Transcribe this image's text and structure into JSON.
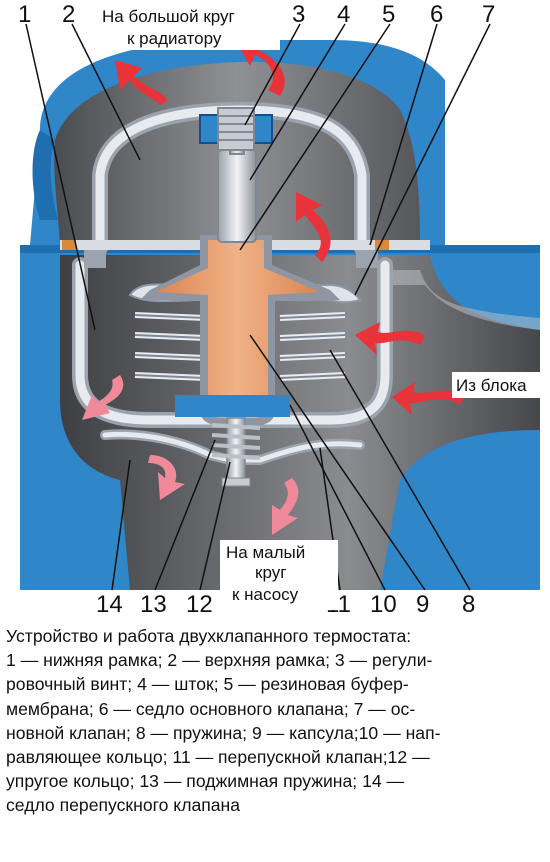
{
  "callouts": {
    "n1": "1",
    "n2": "2",
    "n3": "3",
    "n4": "4",
    "n5": "5",
    "n6": "6",
    "n7": "7",
    "n8": "8",
    "n9": "9",
    "n10": "10",
    "n11": "11",
    "n12": "12",
    "n13": "13",
    "n14": "14"
  },
  "flow_labels": {
    "to_radiator": [
      "На большой круг",
      "к радиатору"
    ],
    "from_block": "Из блока",
    "to_pump": [
      "На малый",
      "круг",
      "к насосу"
    ]
  },
  "caption": {
    "lines": [
      "Устройство и работа двухклапанного термостата:",
      "1 — нижняя рамка; 2 — верхняя рамка; 3 — регули-",
      "ровочный винт; 4 — шток; 5 — резиновая буфер-",
      "мембрана; 6 — седло основного клапана; 7 — ос-",
      "новной клапан; 8 — пружина; 9 — капсула;10 — нап-",
      "равляющее кольцо; 11 — перепускной клапан;12 —",
      "упругое кольцо; 13 — поджимная пружина; 14 —",
      "седло перепускного клапана"
    ]
  },
  "colors": {
    "housing_blue": "#2f86c9",
    "chamber_gray": "#55575b",
    "frame_light": "#dfe3ea",
    "capsule_copper": "#e39a6a",
    "flow_arrow_red": "#e8333a",
    "flow_arrow_pink": "#f08a9a"
  }
}
